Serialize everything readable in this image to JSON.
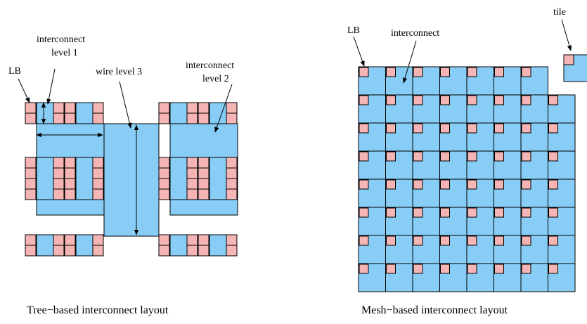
{
  "colors": {
    "interconnect": "#87cdf6",
    "logic_block": "#f6b5b5",
    "stroke": "#000000"
  },
  "tree": {
    "caption": "Tree−based interconnect layout",
    "labels": {
      "lb": "LB",
      "interconnect_level_1_line1": "interconnect",
      "interconnect_level_1_line2": "level 1",
      "wire_level_3": "wire level 3",
      "interconnect_level_2_line1": "interconnect",
      "interconnect_level_2_line2": "level 2"
    }
  },
  "mesh": {
    "caption": "Mesh−based interconnect layout",
    "labels": {
      "lb": "LB",
      "interconnect": "interconnect",
      "tile": "tile"
    },
    "grid": {
      "rows": 8,
      "cols": 8
    }
  }
}
